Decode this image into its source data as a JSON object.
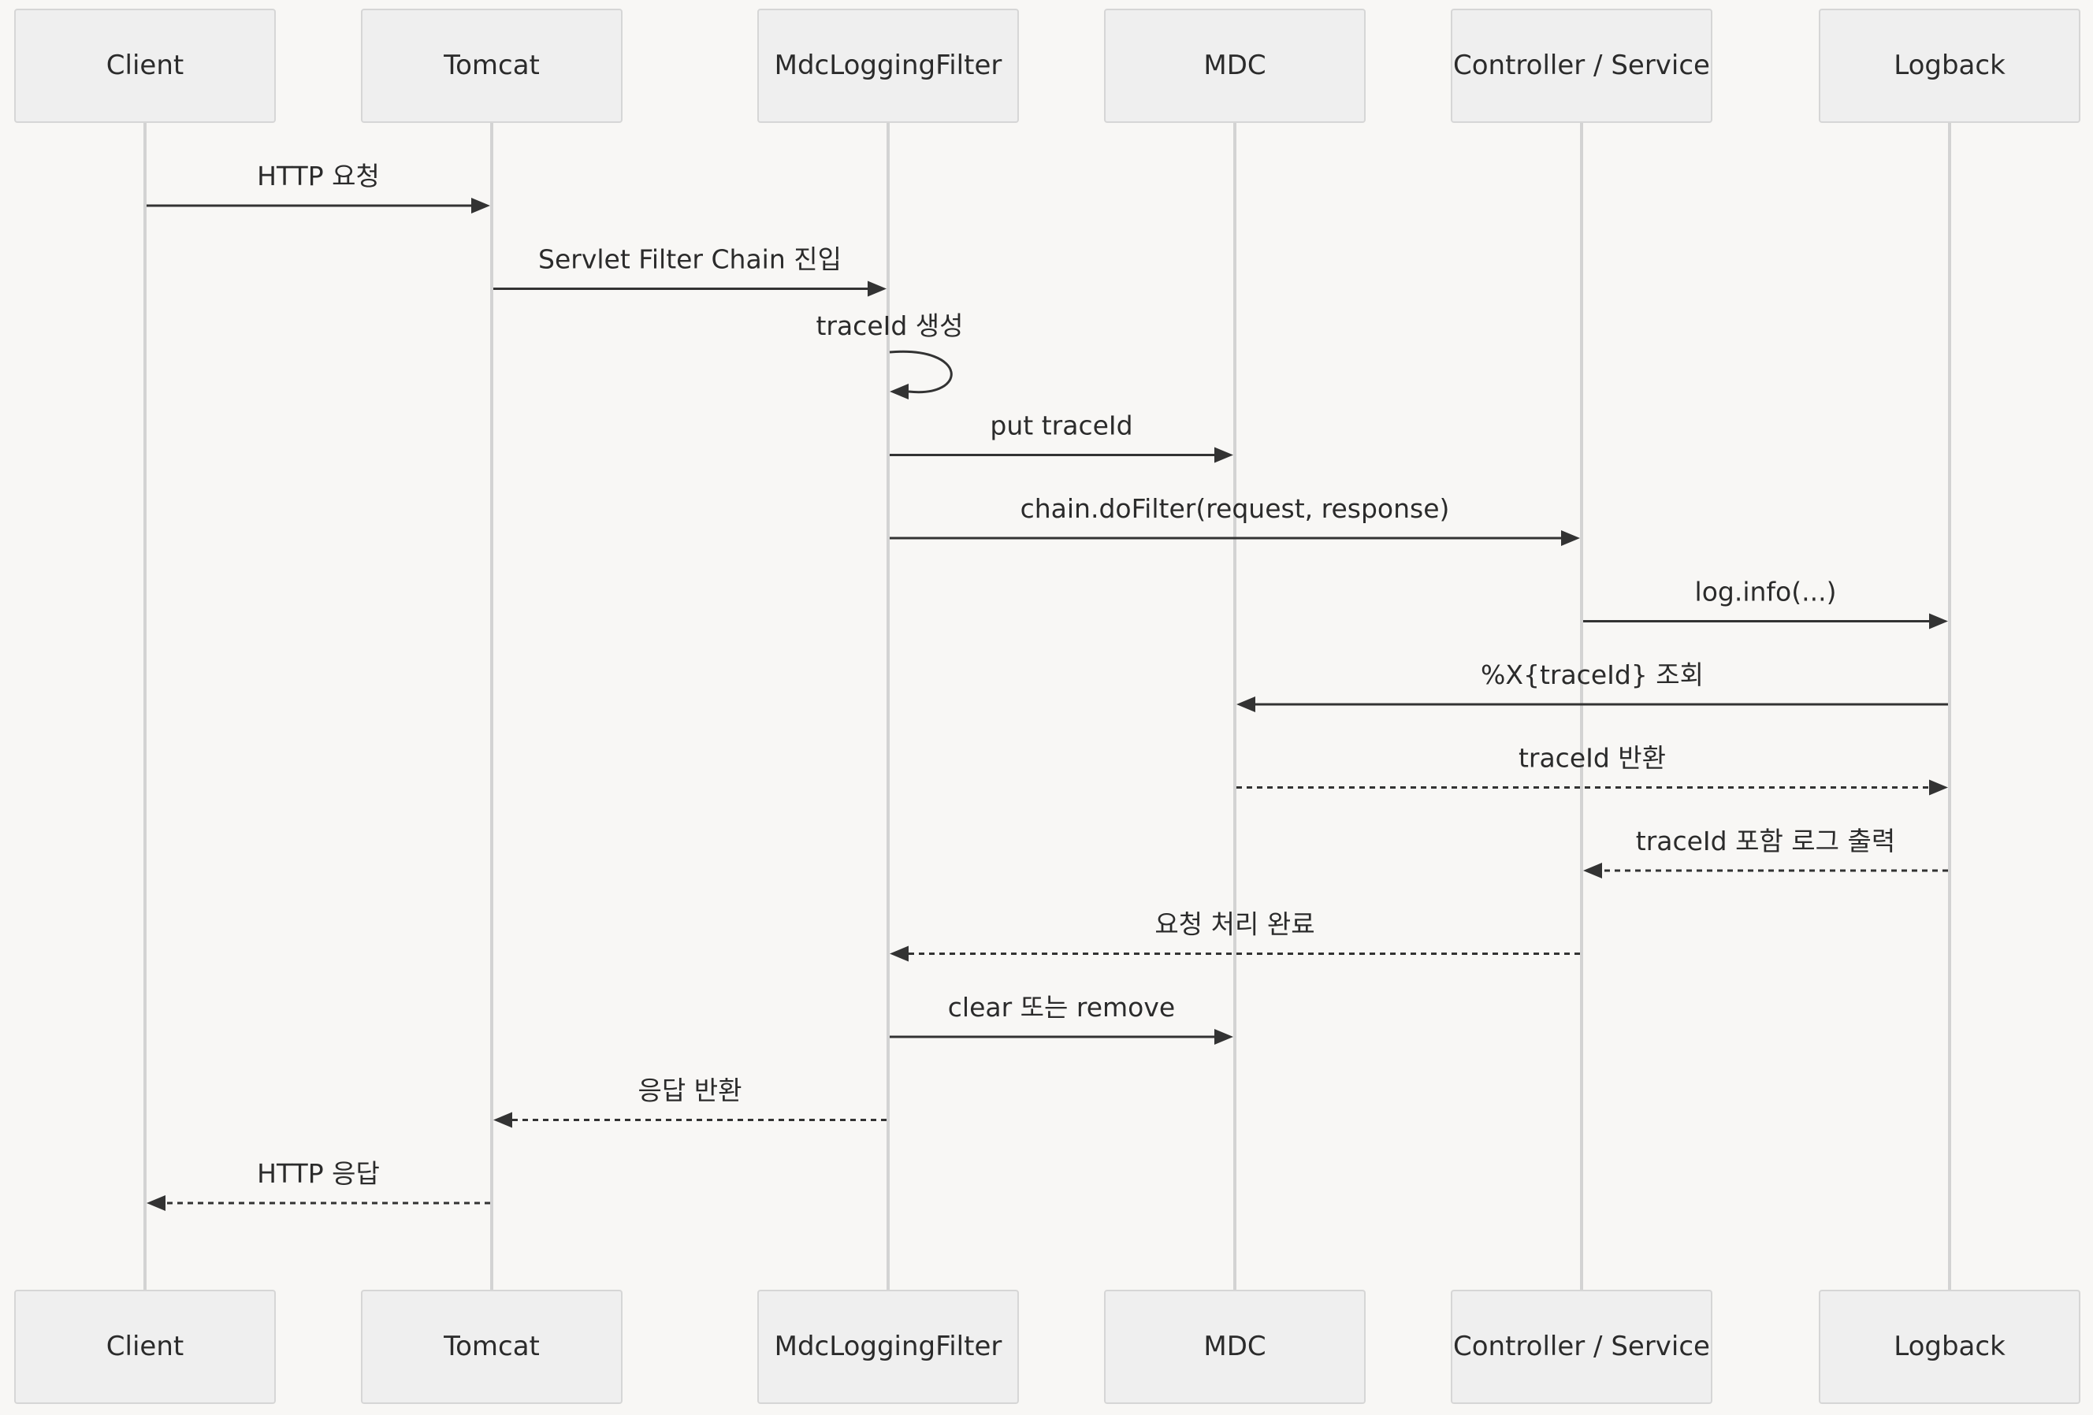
{
  "actors": [
    {
      "id": "client",
      "label": "Client"
    },
    {
      "id": "tomcat",
      "label": "Tomcat"
    },
    {
      "id": "filter",
      "label": "MdcLoggingFilter"
    },
    {
      "id": "mdc",
      "label": "MDC"
    },
    {
      "id": "controller",
      "label": "Controller / Service"
    },
    {
      "id": "logback",
      "label": "Logback"
    }
  ],
  "messages": [
    {
      "from": "client",
      "to": "tomcat",
      "label": "HTTP 요청",
      "style": "solid"
    },
    {
      "from": "tomcat",
      "to": "filter",
      "label": "Servlet Filter Chain 진입",
      "style": "solid"
    },
    {
      "from": "filter",
      "to": "filter",
      "label": "traceId 생성",
      "style": "solid"
    },
    {
      "from": "filter",
      "to": "mdc",
      "label": "put traceId",
      "style": "solid"
    },
    {
      "from": "filter",
      "to": "controller",
      "label": "chain.doFilter(request, response)",
      "style": "solid"
    },
    {
      "from": "controller",
      "to": "logback",
      "label": "log.info(...)",
      "style": "solid"
    },
    {
      "from": "logback",
      "to": "mdc",
      "label": "%X{traceId} 조회",
      "style": "solid"
    },
    {
      "from": "mdc",
      "to": "logback",
      "label": "traceId 반환",
      "style": "dashed"
    },
    {
      "from": "logback",
      "to": "controller",
      "label": "traceId 포함 로그 출력",
      "style": "dashed"
    },
    {
      "from": "controller",
      "to": "filter",
      "label": "요청 처리 완료",
      "style": "dashed"
    },
    {
      "from": "filter",
      "to": "mdc",
      "label": "clear 또는 remove",
      "style": "solid"
    },
    {
      "from": "filter",
      "to": "tomcat",
      "label": "응답 반환",
      "style": "dashed"
    },
    {
      "from": "tomcat",
      "to": "client",
      "label": "HTTP 응답",
      "style": "dashed"
    }
  ]
}
